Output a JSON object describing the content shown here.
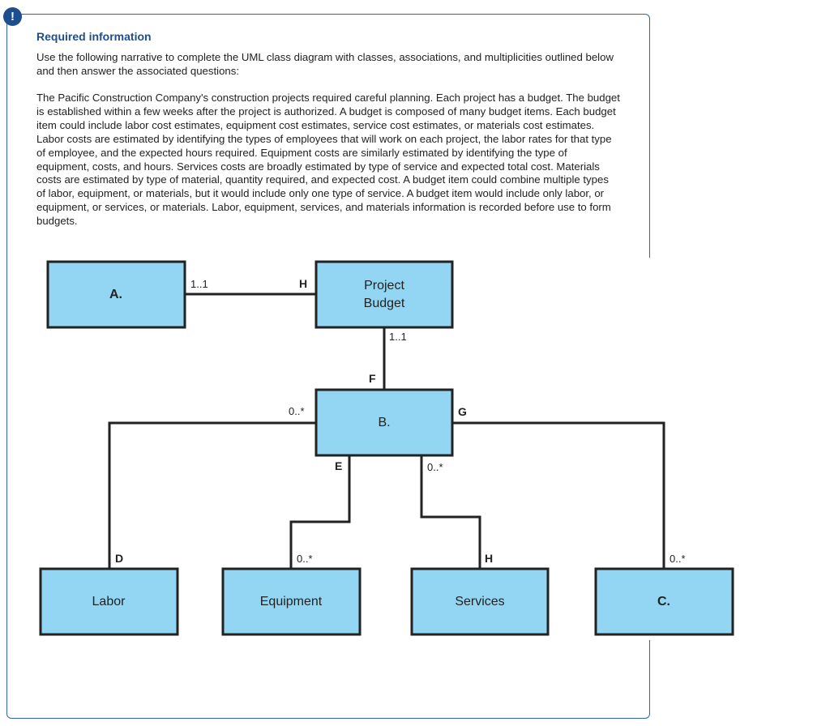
{
  "alert_glyph": "!",
  "heading": "Required information",
  "intro": "Use the following narrative to complete the UML class diagram with classes, associations, and multiplicities outlined below and then answer the associated questions:",
  "narrative": "The Pacific Construction Company's construction projects required careful planning. Each project has a budget. The budget is established within a few weeks after the project is authorized. A budget is composed of many budget items. Each budget item could include labor cost estimates, equipment cost estimates, service cost estimates, or materials cost estimates. Labor costs are estimated by identifying the types of employees that will work on each project, the labor rates for that type of employee, and the expected hours required. Equipment costs are similarly estimated by identifying the type of equipment, costs, and hours. Services costs are broadly estimated by type of service and expected total cost. Materials costs are estimated by type of material, quantity required, and expected cost. A budget item could combine multiple types of labor, equipment, or materials, but it would include only one type of service. A budget item would include only labor, or equipment, or services, or materials. Labor, equipment, services, and materials information is recorded before use to form budgets.",
  "colors": {
    "box_fill": "#92d6f3",
    "box_stroke": "#222222",
    "accent": "#1d4f8f",
    "panel_border": "#2e67a8"
  },
  "diagram": {
    "classes": {
      "a": "A.",
      "project_budget_line1": "Project",
      "project_budget_line2": "Budget",
      "b": "B.",
      "labor": "Labor",
      "equipment": "Equipment",
      "services": "Services",
      "c": "C."
    },
    "labels": {
      "a_pb_mult": "1..1",
      "a_pb_letter": "H",
      "pb_b_mult": "1..1",
      "pb_b_letter": "F",
      "b_labor_mult": "0..*",
      "b_labor_letter": "D",
      "b_equip_letter": "E",
      "b_equip_mult": "0..*",
      "b_serv_mult": "0..*",
      "b_serv_letter": "H",
      "b_c_letter": "G",
      "b_c_mult": "0..*"
    }
  }
}
